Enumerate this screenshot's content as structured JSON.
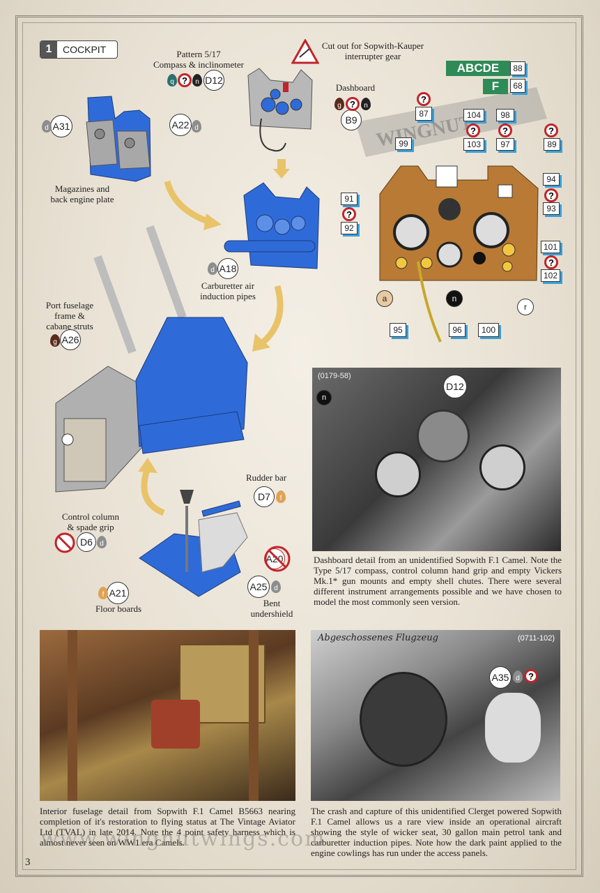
{
  "section": {
    "number": "1",
    "title": "COCKPIT"
  },
  "page_number": "3",
  "watermark": "www.wingnutwings.com",
  "logo_text": "WINGNUT WINGS",
  "labels": {
    "pattern": "Pattern 5/17\nCompass & inclinometer",
    "cutout": "Cut out for Sopwith-Kauper\ninterrupter gear",
    "dashboard": "Dashboard",
    "magazines": "Magazines and\nback engine plate",
    "carburetter": "Carburetter air\ninduction pipes",
    "port_frame": "Port fuselage\nframe &\ncabane struts",
    "rudder": "Rudder bar",
    "control_column": "Control column\n& spade grip",
    "floor": "Floor boards",
    "undershield": "Bent\nundershield"
  },
  "parts": {
    "D12": "D12",
    "B9": "B9",
    "A31": "A31",
    "A22": "A22",
    "A18": "A18",
    "A26": "A26",
    "D7": "D7",
    "D6": "D6",
    "A20": "A20",
    "A25": "A25",
    "A21": "A21",
    "A35": "A35"
  },
  "drops": {
    "q": "q",
    "n": "n",
    "g": "g",
    "d": "d",
    "f": "f",
    "a": "a",
    "r": "r"
  },
  "decal_letters": {
    "abcde": "ABCDE",
    "f": "F",
    "n88": "88",
    "n68": "68"
  },
  "decals": {
    "d87": "87",
    "d104": "104",
    "d98": "98",
    "d103": "103",
    "d97": "97",
    "d89": "89",
    "d99": "99",
    "d94": "94",
    "d93": "93",
    "d91": "91",
    "d92": "92",
    "d101": "101",
    "d102": "102",
    "d95": "95",
    "d96": "96",
    "d100": "100"
  },
  "photos": {
    "p1_code": "(0179-58)",
    "p1_caption": "Dashboard detail from an unidentified Sopwith F.1 Camel. Note the Type 5/17 compass, control column hand grip and empty Vickers Mk.1* gun mounts and empty shell chutes. There were several different instrument arrangements possible and we have chosen to model the most commonly seen version.",
    "p2_caption": "Interior fuselage detail from Sopwith F.1 Camel B5663 nearing completion of it's restoration to flying status at The Vintage Aviator Ltd (TVAL) in late 2014. Note the 4 point safety harness which is almost never seen on WW1 era Camels.",
    "p3_code": "(0711-102)",
    "p3_handwriting": "Abgeschossenes Flugzeug",
    "p3_caption": "The crash and capture of this unidentified Clerget powered Sopwith F.1 Camel allows us a rare view inside an operational aircraft showing the style of wicker seat, 30 gallon main petrol tank and carburetter induction pipes. Note how the dark paint applied to the engine cowlings has run under the access panels."
  },
  "colors": {
    "blue_part": "#2f6bd8",
    "grey_part": "#9c9c9c",
    "wood": "#b87a34",
    "decal_green": "#2e8b57",
    "prohibit_red": "#c0252b"
  },
  "icons": [
    "question-mark-icon",
    "paint-drop-icon",
    "arrow-icon",
    "prohibit-icon"
  ]
}
